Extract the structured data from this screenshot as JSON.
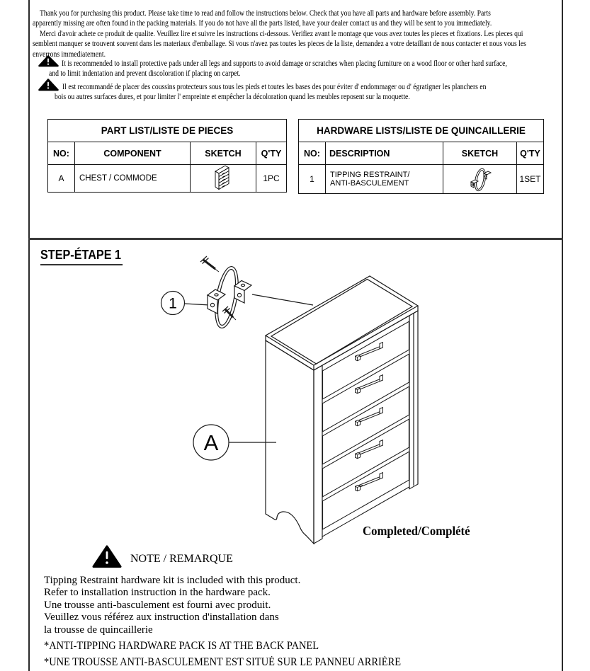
{
  "intro": {
    "lines": [
      "Thank you for purchasing this product. Please take time to read and follow the instructions below. Check that you have all parts and hardware before assembly. Parts",
      "apparently missing are often found in the packing materials. If you do not have all the parts listed, have your dealer contact us and they will be sent to you immediately.",
      "Merci d'avoir achete ce produit de qualite. Veuillez lire et suivre les instructions ci-dessous. Verifiez avant le montage que vous avez toutes les pieces et fixations. Les pieces qui",
      "semblent manquer se trouvent souvent dans les materiaux d'emballage. Si vous n'avez pas toutes les pieces de la liste, demandez a votre detaillant de nous contacter et nous vous les",
      "enverrons immediatement."
    ]
  },
  "pad_warning_en": {
    "lines": [
      "It is recommended to install protective pads under all legs and supports to avoid damage or scratches when placing furniture on a wood floor or other hard surface,",
      "and to limit indentation and prevent discoloration if placing on carpet."
    ]
  },
  "pad_warning_fr": {
    "lines": [
      "Il est recommandé de placer des coussins protecteurs sous tous les pieds et toutes les bases des pour éviter d' endommager ou d' égratigner les planchers en",
      "bois ou autres surfaces dures, et pour limiter l' empreinte et empêcher la décoloration quand les meubles reposent sur la moquette."
    ]
  },
  "part_list": {
    "title": "PART LIST/LISTE DE PIECES",
    "headers": [
      "NO:",
      "COMPONENT",
      "SKETCH",
      "Q'TY"
    ],
    "row": {
      "no": "A",
      "component": "CHEST / COMMODE",
      "qty": "1PC",
      "sketch": "chest-isometric-sketch"
    }
  },
  "hardware_list": {
    "title": "HARDWARE LISTS/LISTE DE QUINCAILLERIE",
    "headers": [
      "NO:",
      "DESCRIPTION",
      "SKETCH",
      "Q'TY"
    ],
    "row": {
      "no": "1",
      "description_line1": "TIPPING RESTRAINT/",
      "description_line2": "ANTI-BASCULEMENT",
      "qty": "1SET",
      "sketch": "tipping-restraint-sketch"
    }
  },
  "step1": {
    "title": "STEP-ÉTAPE 1",
    "callout_part": "1",
    "callout_chest": "A",
    "completed_label": "Completed/Complété"
  },
  "note": {
    "heading": "NOTE / REMARQUE",
    "lines": [
      "Tipping Restraint hardware kit is included with this product.",
      "Refer to installation instruction in the hardware pack.",
      "Une trousse anti-basculement est fourni avec produit.",
      "Veuillez vous référez aux instruction d'installation dans",
      "la trousse de quincaillerie"
    ],
    "footnote_en": "*ANTI-TIPPING HARDWARE PACK IS AT THE BACK PANEL",
    "footnote_fr": "*UNE TROUSSE ANTI-BASCULEMENT EST SITUÉ SUR LE PANNEU ARRIÈRE"
  }
}
